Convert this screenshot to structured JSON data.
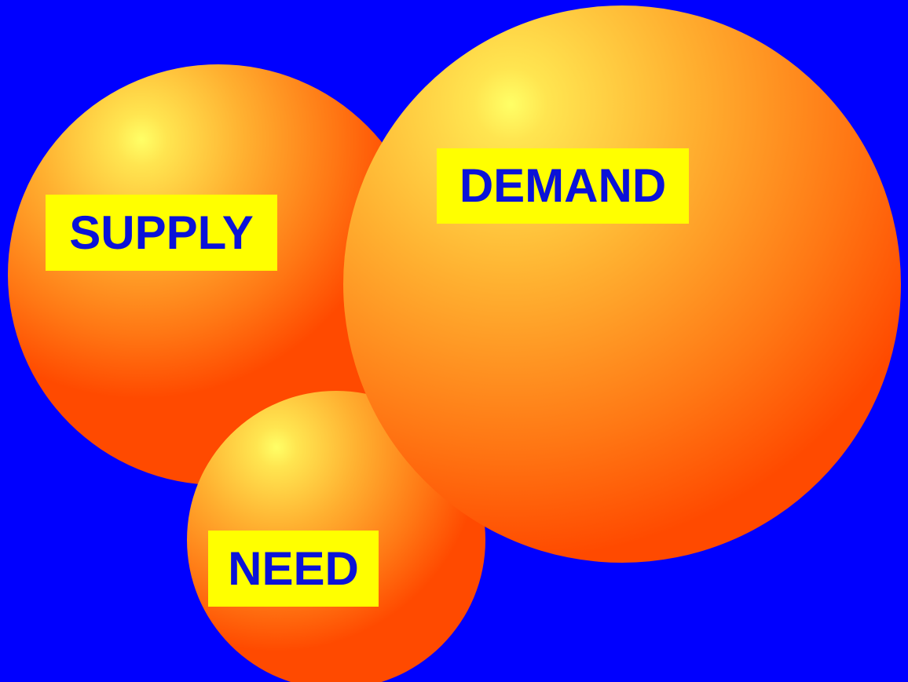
{
  "background_color": "#0000ff",
  "sphere_colors": {
    "highlight": "#ffff66",
    "mid": "#ffb030",
    "edge": "#ff4a00"
  },
  "label_colors": {
    "background": "#ffff00",
    "text": "#0a12d8"
  },
  "labels": {
    "supply": "SUPPLY",
    "demand": "DEMAND",
    "need": "NEED"
  }
}
